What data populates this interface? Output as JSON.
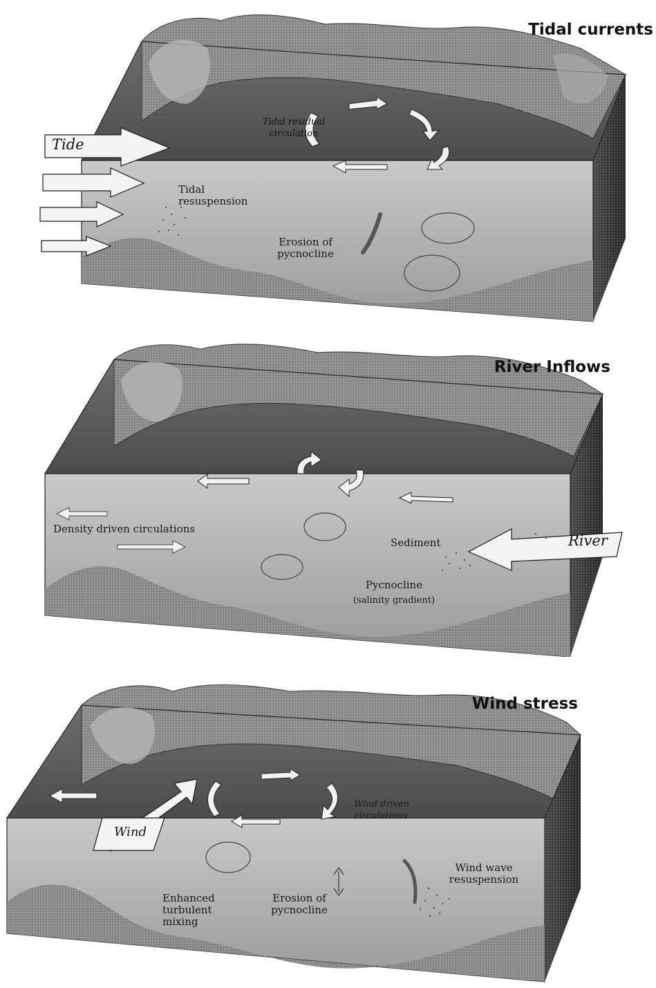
{
  "panels": [
    {
      "title": "Tidal currents",
      "arrow_label": "Tide",
      "labels": {
        "circulation": "Tidal residual circulation",
        "resuspension": "Tidal resuspension",
        "erosion": "Erosion of pycnocline"
      }
    },
    {
      "title": "River Inflows",
      "arrow_label": "River",
      "labels": {
        "density": "Density driven circulations",
        "sediment": "Sediment",
        "pycnocline": "Pycnocline",
        "salinity": "(salinity gradient)"
      }
    },
    {
      "title": "Wind stress",
      "arrow_label": "Wind",
      "labels": {
        "circulation": "Wind driven circulations",
        "wave": "Wind wave resuspension",
        "mixing": "Enhanced turbulent mixing",
        "erosion": "Erosion of pycnocline"
      }
    }
  ],
  "colors": {
    "land": "#8c8c8c",
    "water_surface": "#5a5a5a",
    "box_side": "#3c3c3c",
    "seabed": "#a8a8a8",
    "arrow_fill": "#f2f2f2"
  }
}
